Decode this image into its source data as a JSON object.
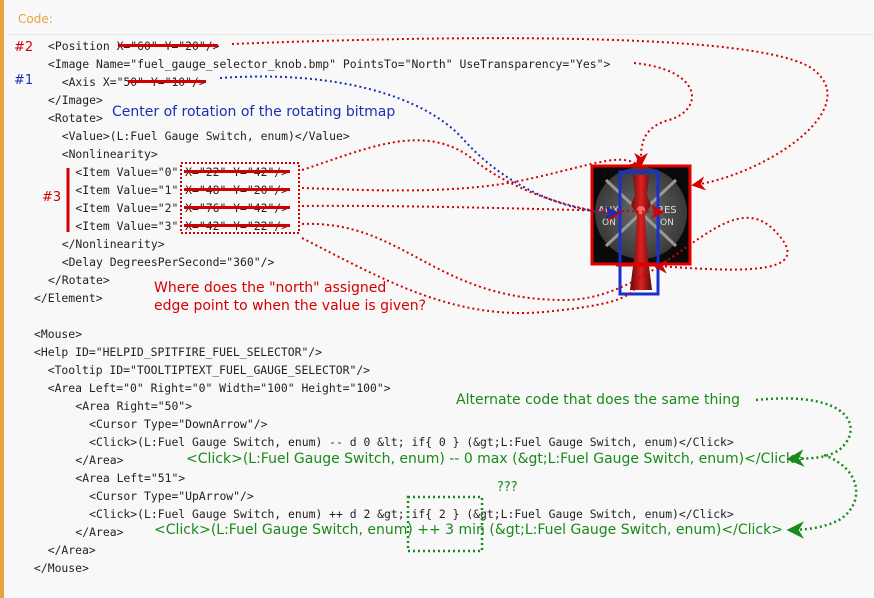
{
  "panel": {
    "header": "Code:"
  },
  "code_lines": [
    "<Position X=\"60\" Y=\"20\"/>",
    "<Image Name=\"fuel_gauge_selector_knob.bmp\" PointsTo=\"North\" UseTransparency=\"Yes\">",
    "  <Axis X=\"50\" Y=\"10\"/>",
    "</Image>",
    "<Rotate>",
    "  <Value>(L:Fuel Gauge Switch, enum)</Value>",
    "  <Nonlinearity>",
    "    <Item Value=\"0\" X=\"22\" Y=\"42\"/>",
    "    <Item Value=\"1\" X=\"48\" Y=\"20\"/>",
    "    <Item Value=\"2\" X=\"76\" Y=\"42\"/>",
    "    <Item Value=\"3\" X=\"42\" Y=\"22\"/>",
    "  </Nonlinearity>",
    "  <Delay DegreesPerSecond=\"360\"/>",
    "</Rotate>",
    "</Element>",
    "",
    "<Mouse>",
    "<Help ID=\"HELPID_SPITFIRE_FUEL_SELECTOR\"/>",
    "  <Tooltip ID=\"TOOLTIPTEXT_FUEL_GAUGE_SELECTOR\"/>",
    "  <Area Left=\"0\" Right=\"0\" Width=\"100\" Height=\"100\">",
    "    <Area Right=\"50\">",
    "      <Cursor Type=\"DownArrow\"/>",
    "      <Click>(L:Fuel Gauge Switch, enum) -- d 0 &lt; if{ 0 } (&gt;L:Fuel Gauge Switch, enum)</Click>",
    "    </Area>",
    "    <Area Left=\"51\">",
    "      <Cursor Type=\"UpArrow\"/>",
    "      <Click>(L:Fuel Gauge Switch, enum) ++ d 2 &gt; if{ 2 } (&gt;L:Fuel Gauge Switch, enum)</Click>",
    "    </Area>",
    "  </Area>",
    "</Mouse>"
  ],
  "annotations": {
    "label_2": "#2",
    "label_1": "#1",
    "label_3": "#3",
    "center_of_rotation": "Center of rotation of the rotating bitmap",
    "north_question_line1": "Where does the \"north\" assigned",
    "north_question_line2": "edge point to when the value is given?",
    "alternate_code": "Alternate code that does the same thing",
    "alt_line1": "<Click>(L:Fuel Gauge Switch, enum) -- 0 max (&gt;L:Fuel Gauge Switch, enum)</Click>",
    "alt_line2": "<Click>(L:Fuel Gauge Switch, enum) ++ 3 min (&gt;L:Fuel Gauge Switch, enum)</Click>",
    "question_marks": "???"
  },
  "knob": {
    "left_label": "AUX",
    "left_sub": "ON",
    "right_label": "RES",
    "right_sub": "ON"
  },
  "colors": {
    "accent": "#e8a33d",
    "red": "#d40000",
    "blue": "#1a2fb0",
    "green": "#1a8a1a"
  }
}
